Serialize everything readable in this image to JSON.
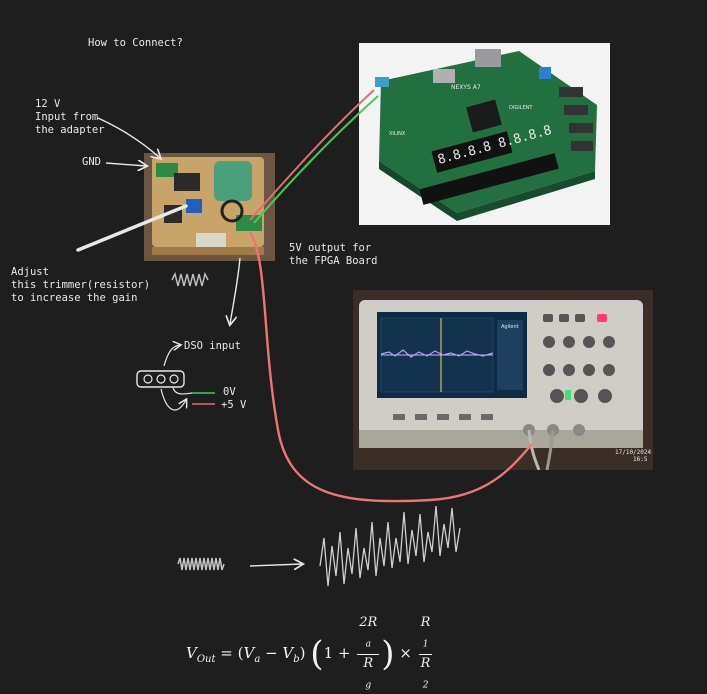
{
  "labels": {
    "title": "How to Connect?",
    "input": "12 V\nInput from\nthe adapter",
    "gnd": "GND",
    "output": "5V output for\nthe FPGA Board",
    "adjust": "Adjust\nthis trimmer(resistor)\nto increase the gain",
    "dso_input": "DSO input",
    "zero_v": "0V",
    "plus5v": "+5 V"
  },
  "fpga_board": {
    "brand": "NEXYS A7",
    "maker": "DIGILENT",
    "chip": "XILINX"
  },
  "oscilloscope": {
    "timestamp": "17/10/2024\n16:5",
    "screen_label": "Agilent"
  },
  "formula": {
    "lhs": "V",
    "lhs_sub": "Out",
    "eq": " = (",
    "va": "V",
    "va_sub": "a",
    "minus": " − ",
    "vb": "V",
    "vb_sub": "b",
    "close": ")",
    "one_plus": "1 + ",
    "gain_num": "2R",
    "gain_num_sub": "a",
    "gain_den": "R",
    "gain_den_sub": "g",
    "times": " × ",
    "r1": "R",
    "r1_sub": "1",
    "r2": "R",
    "r2_sub": "2"
  },
  "colors": {
    "background": "#1e1e1e",
    "red_wire": "#e86d6d",
    "green_wire": "#3ecf5a",
    "pcb": "#1f6b3a"
  }
}
